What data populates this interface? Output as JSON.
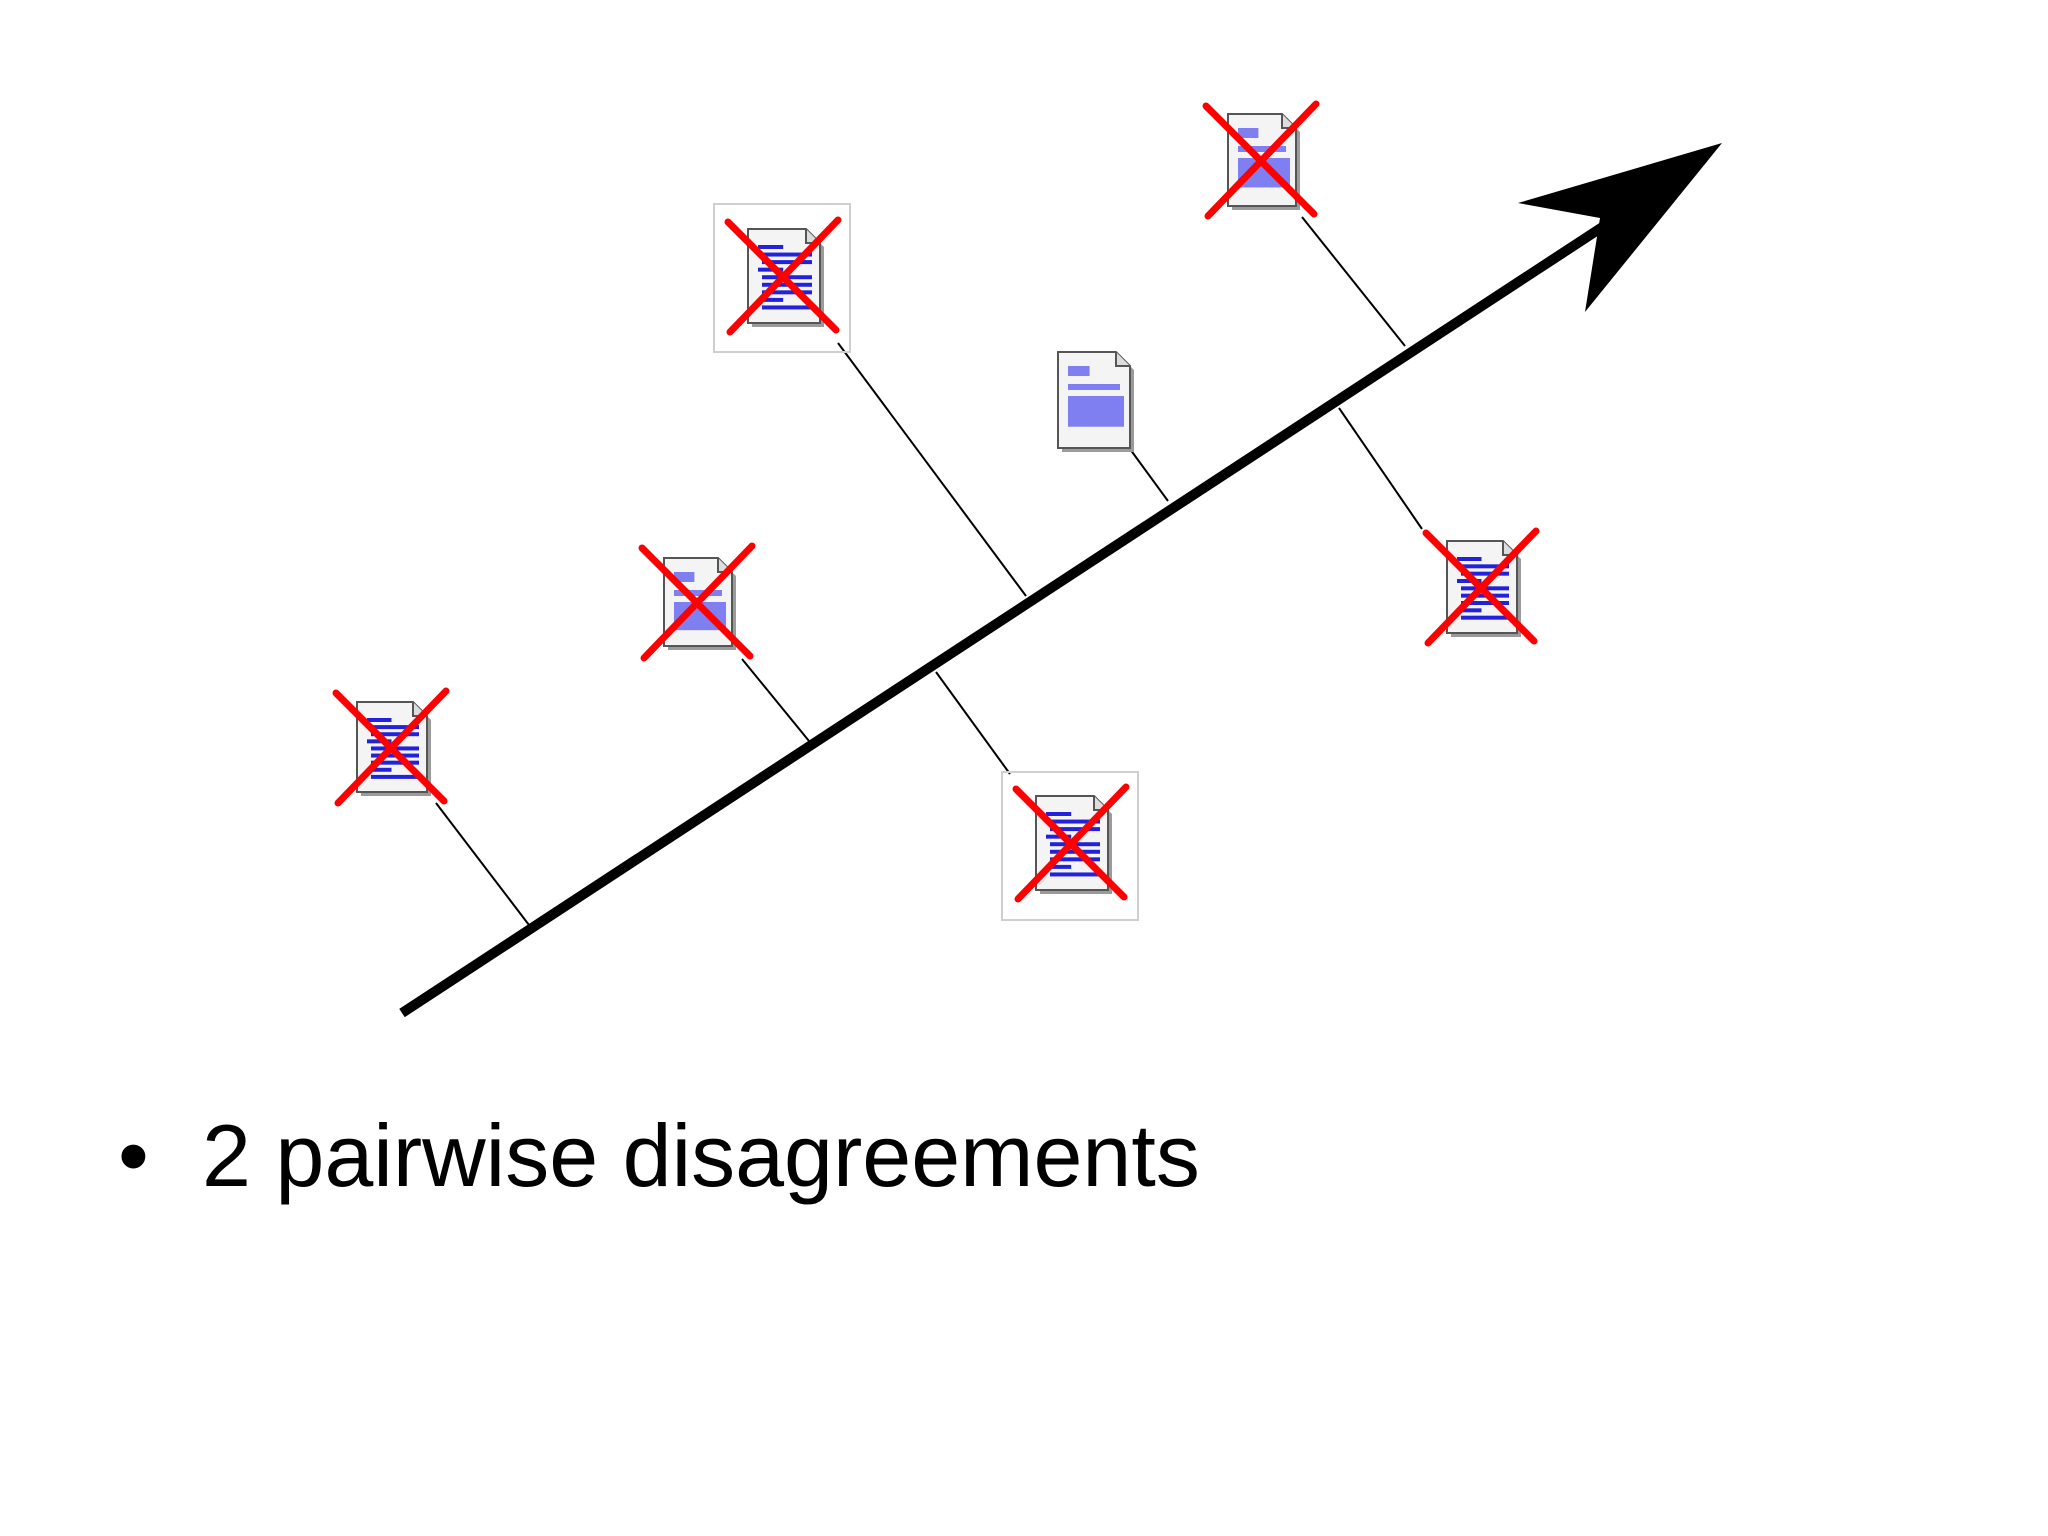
{
  "slide": {
    "bullets": [
      {
        "marker": "•",
        "text": "2 pairwise disagreements"
      }
    ]
  },
  "diagram": {
    "axis": {
      "color": "#000000",
      "direction": "up-right"
    },
    "documents": [
      {
        "id": "doc-1",
        "style": "text-lines",
        "crossed_out": true
      },
      {
        "id": "doc-2",
        "style": "image-blocks",
        "crossed_out": true
      },
      {
        "id": "doc-3",
        "style": "text-lines",
        "crossed_out": true
      },
      {
        "id": "doc-4",
        "style": "text-lines",
        "crossed_out": true
      },
      {
        "id": "doc-5",
        "style": "image-blocks",
        "crossed_out": false
      },
      {
        "id": "doc-6",
        "style": "image-blocks",
        "crossed_out": true
      },
      {
        "id": "doc-7",
        "style": "text-lines",
        "crossed_out": true
      }
    ],
    "colors": {
      "cross": "#ff0000",
      "doc_fill": "#f4f4f4",
      "doc_border": "#555555",
      "doc_content": "#2222dd",
      "doc_block": "#7f7ff2",
      "projection_line": "#000000"
    }
  }
}
